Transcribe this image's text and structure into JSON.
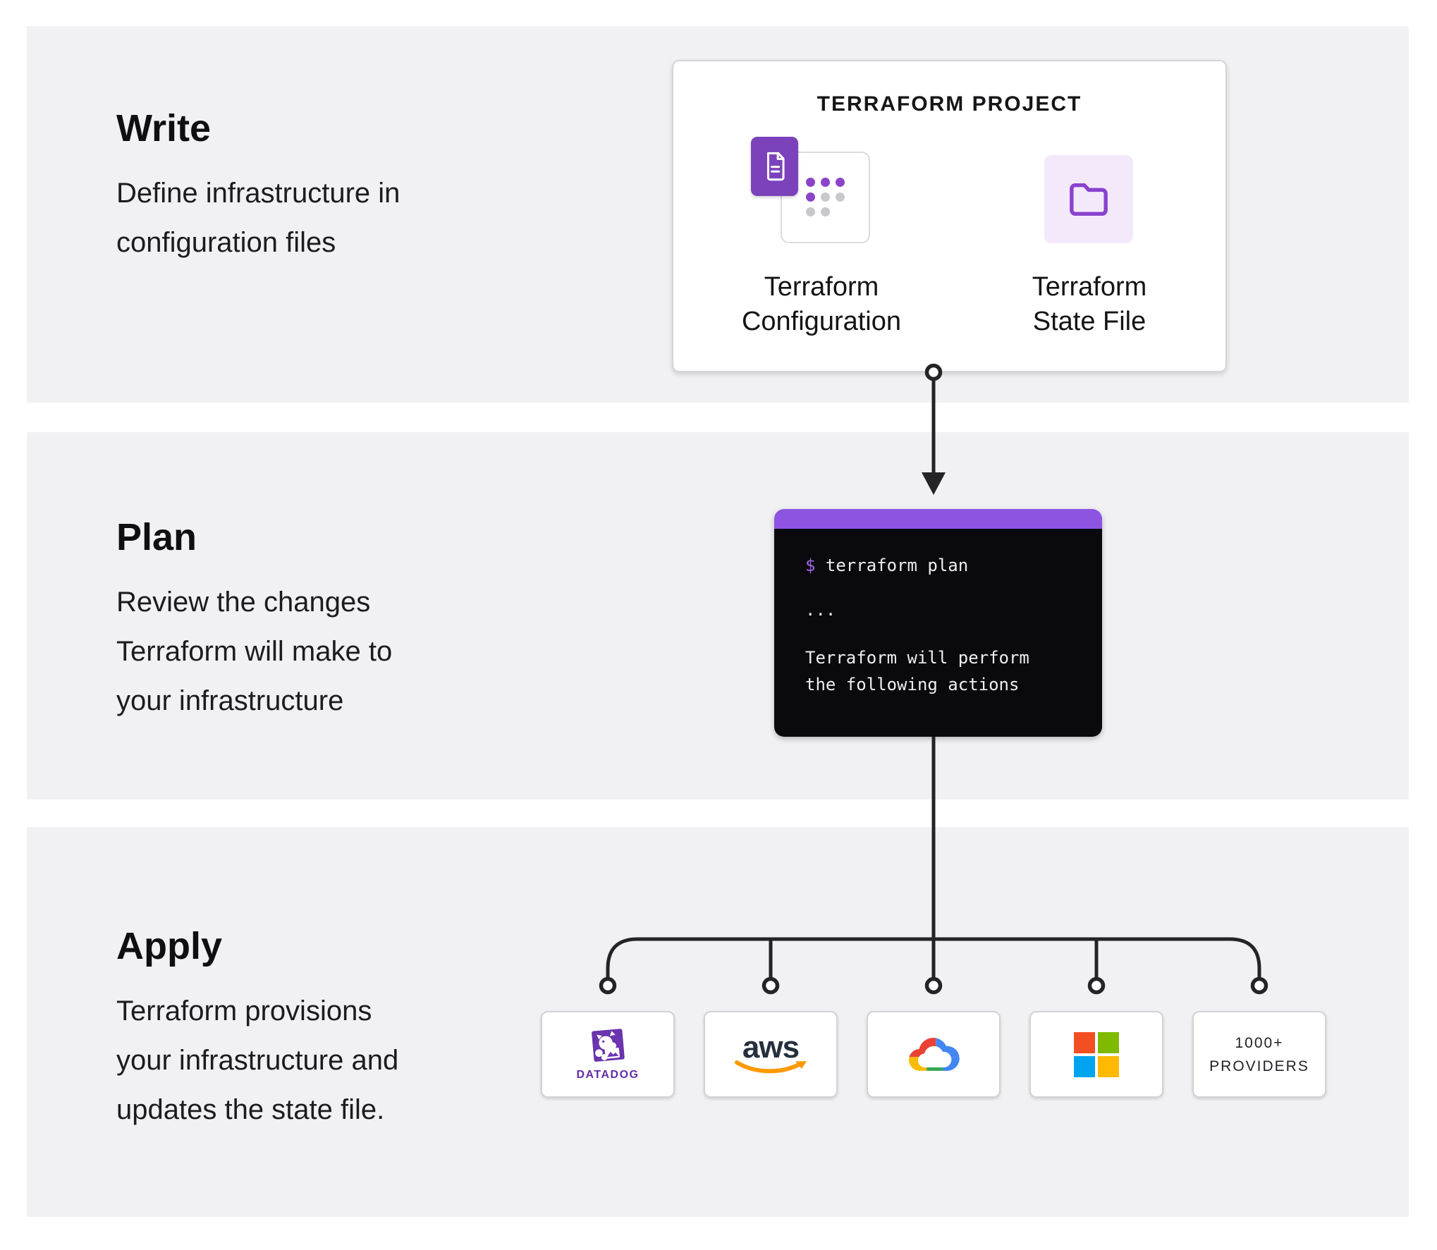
{
  "sections": {
    "write": {
      "heading": "Write",
      "description": "Define infrastructure in\nconfiguration files"
    },
    "plan": {
      "heading": "Plan",
      "description": "Review the changes\nTerraform will make to\nyour infrastructure"
    },
    "apply": {
      "heading": "Apply",
      "description": "Terraform provisions\nyour infrastructure and\nupdates the state file."
    }
  },
  "project_card": {
    "title": "TERRAFORM PROJECT",
    "items": [
      {
        "icon": "terraform-configuration-document-icon",
        "label": "Terraform\nConfiguration"
      },
      {
        "icon": "terraform-state-folder-icon",
        "label": "Terraform\nState File"
      }
    ]
  },
  "terminal": {
    "prompt": "$",
    "command": "terraform plan",
    "ellipsis": "...",
    "output": "Terraform will perform\nthe following actions"
  },
  "providers": [
    {
      "icon": "datadog-logo",
      "wordmark": "DATADOG"
    },
    {
      "icon": "aws-logo",
      "wordmark": "aws"
    },
    {
      "icon": "google-cloud-logo"
    },
    {
      "icon": "microsoft-logo"
    },
    {
      "label": "1000+\nPROVIDERS"
    }
  ],
  "colors": {
    "section_bg": "#f1f1f3",
    "accent_purple": "#7b42bc",
    "dot_purple": "#8b44c8",
    "state_tile_bg": "#f3e9fb",
    "folder_purple": "#8a42ce",
    "terminal_header_purple": "#8d54e2",
    "terminal_bg": "#0a0a0e",
    "connector_line": "#242428",
    "datadog_purple": "#632ca6",
    "aws_navy": "#252f3e",
    "aws_orange": "#ff9900",
    "google_blue": "#4285f4",
    "google_red": "#ea4335",
    "google_yellow": "#fbbc05",
    "google_green": "#34a853",
    "ms_red": "#f25022",
    "ms_green": "#7fba00",
    "ms_blue": "#00a4ef",
    "ms_yellow": "#ffb900"
  }
}
